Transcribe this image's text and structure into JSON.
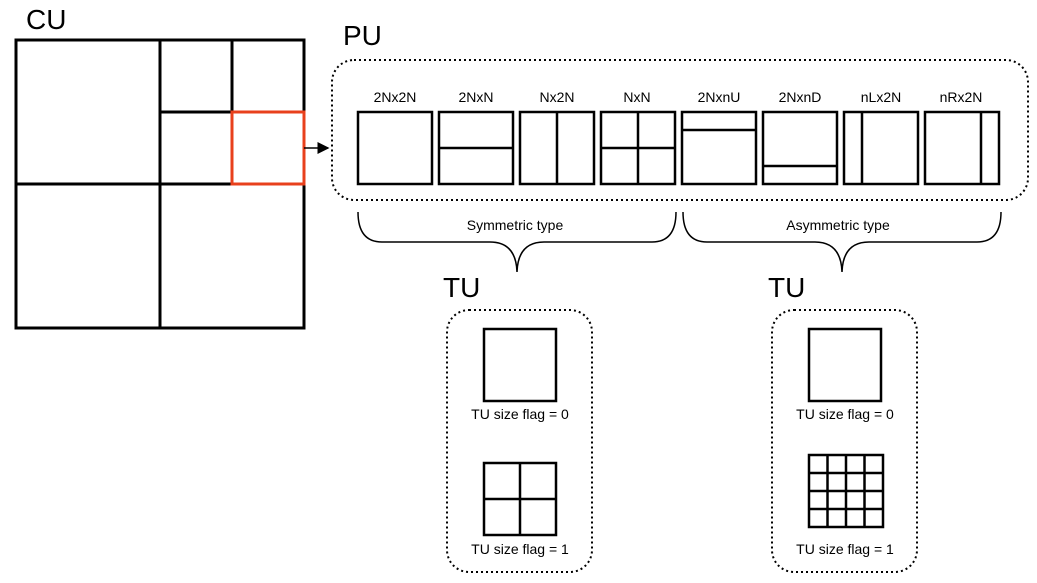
{
  "cu": {
    "label": "CU"
  },
  "pu": {
    "label": "PU",
    "partitions": [
      {
        "name": "2Nx2N"
      },
      {
        "name": "2NxN"
      },
      {
        "name": "Nx2N"
      },
      {
        "name": "NxN"
      },
      {
        "name": "2NxnU"
      },
      {
        "name": "2NxnD"
      },
      {
        "name": "nLx2N"
      },
      {
        "name": "nRx2N"
      }
    ],
    "groups": {
      "symmetric": "Symmetric type",
      "asymmetric": "Asymmetric type"
    }
  },
  "tu_left": {
    "label": "TU",
    "flag0": "TU size flag = 0",
    "flag1": "TU size flag = 1"
  },
  "tu_right": {
    "label": "TU",
    "flag0": "TU size flag = 0",
    "flag1": "TU size flag = 1"
  },
  "colors": {
    "line": "#000000",
    "highlight": "#e8401c"
  }
}
